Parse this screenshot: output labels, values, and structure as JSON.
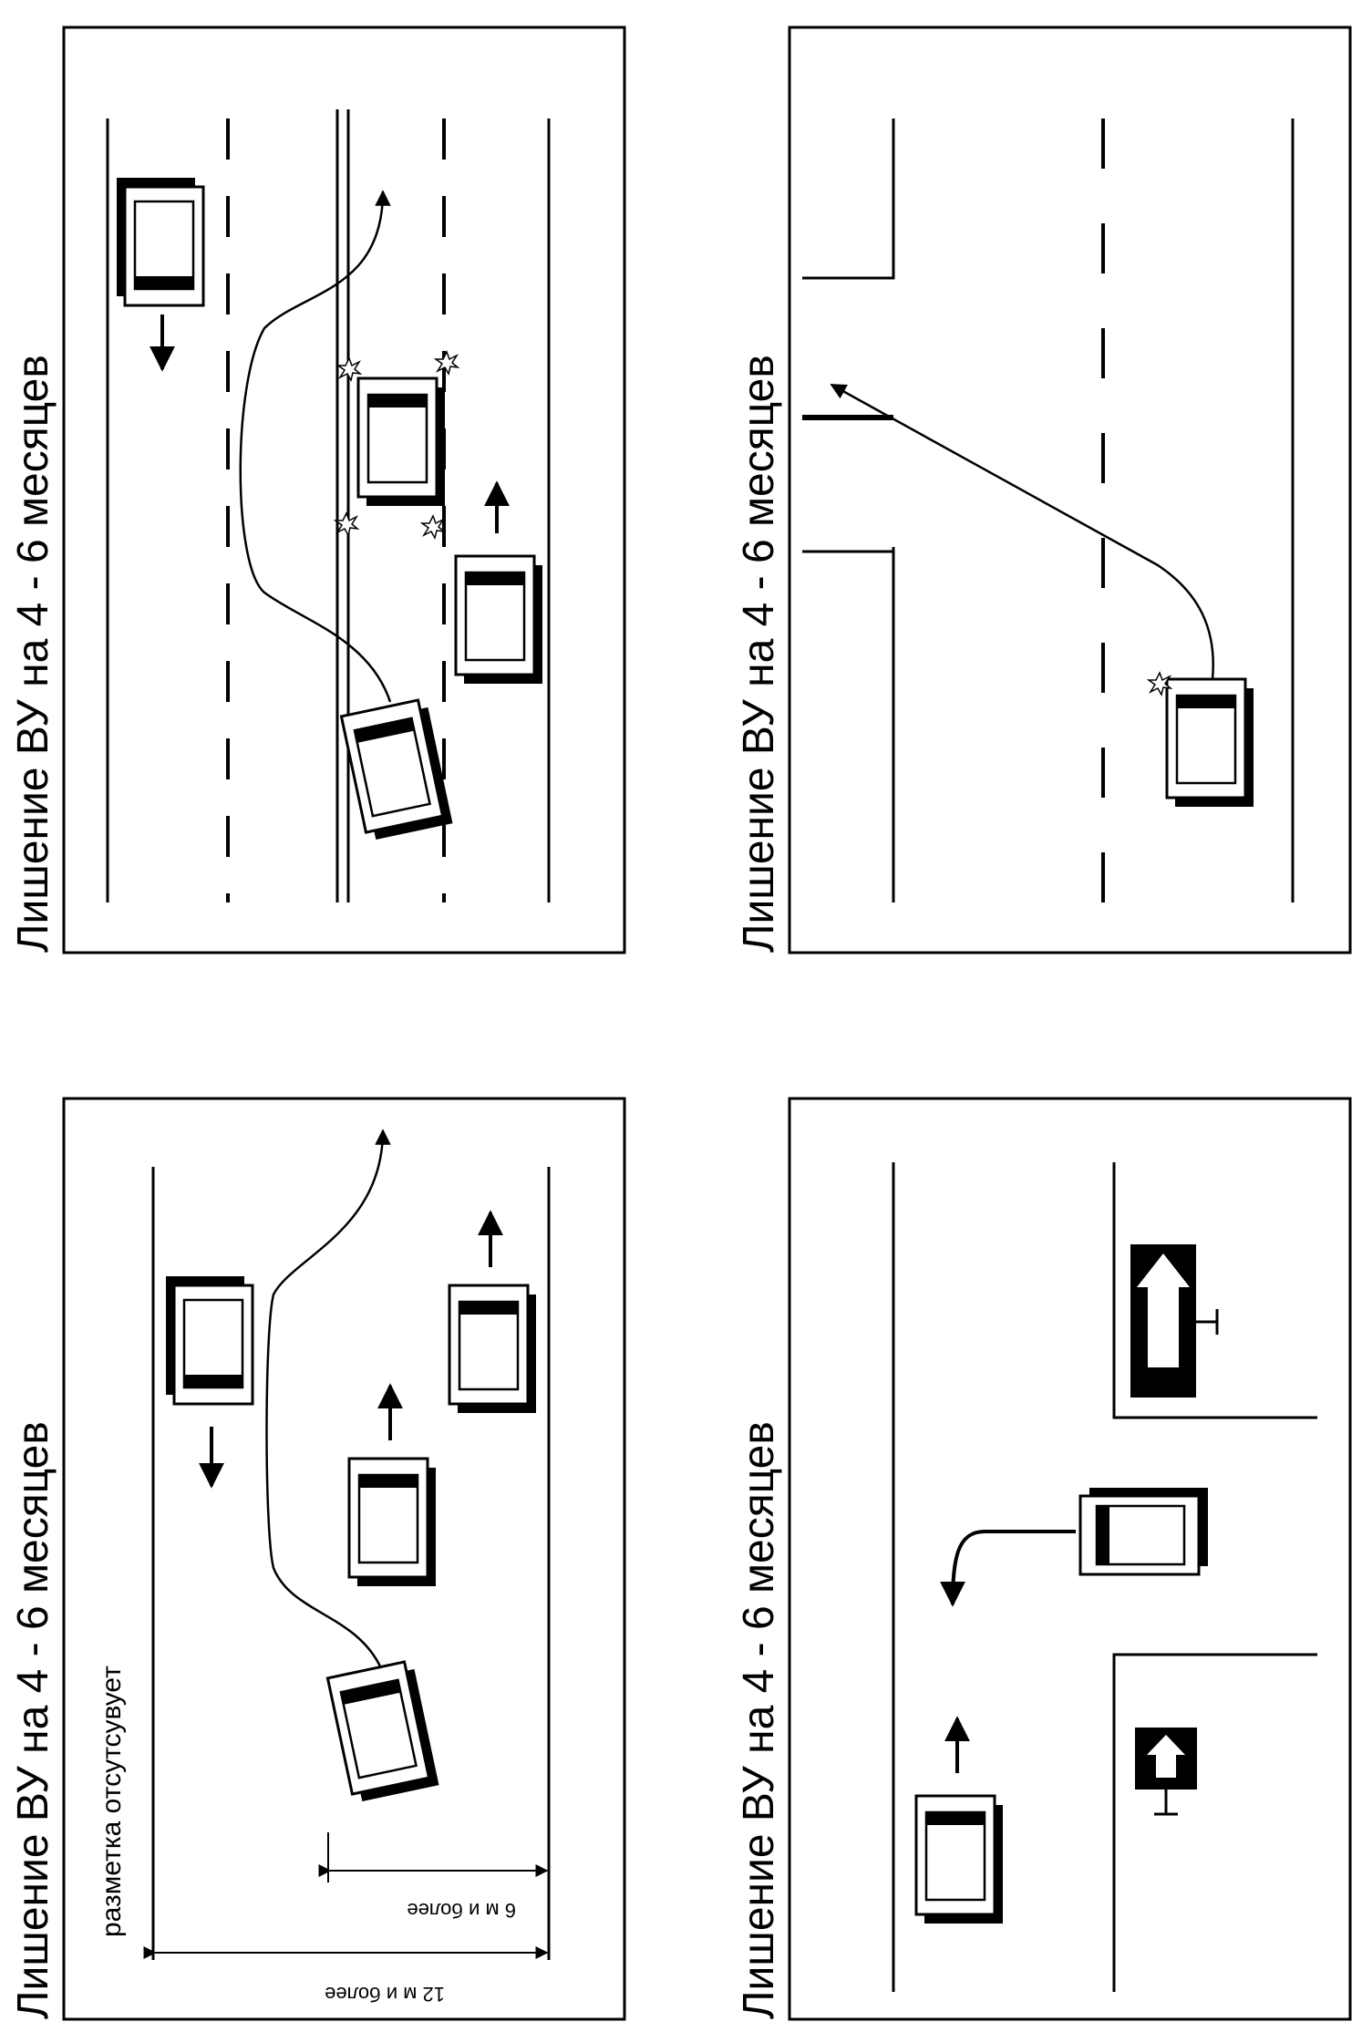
{
  "panels": [
    {
      "id": "top-left",
      "caption": "Лишение ВУ на 4 - 6 месяцев",
      "note": "разметка отсутсувует",
      "dimensions": [
        "12 м и более",
        "6 м и более"
      ]
    },
    {
      "id": "top-right",
      "caption": "Лишение ВУ на 4 - 6 месяцев"
    },
    {
      "id": "bottom-left",
      "caption": "Лишение ВУ на 4 - 6 месяцев"
    },
    {
      "id": "bottom-right",
      "caption": "Лишение ВУ на 4 - 6 месяцев"
    }
  ]
}
